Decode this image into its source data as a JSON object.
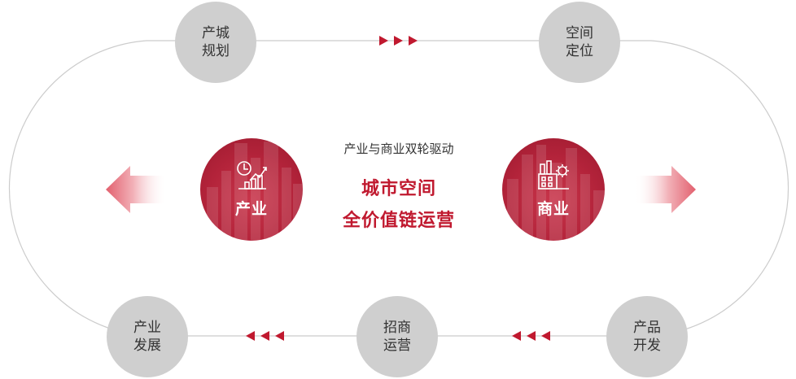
{
  "outer_nodes": {
    "planning": "产城\n规划",
    "positioning": "空间\n定位",
    "industry_dev": "产业\n发展",
    "investment": "招商\n运营",
    "product_dev": "产品\n开发"
  },
  "hubs": {
    "left_label": "产业",
    "right_label": "商业"
  },
  "center": {
    "subtitle": "产业与商业双轮驱动",
    "title_line1": "城市空间",
    "title_line2": "全价值链运营"
  },
  "colors": {
    "accent_red": "#c0192f",
    "node_gray": "#cfcfcf",
    "track_gray": "#cccccc"
  },
  "icons": {
    "left_hub": "industry-chart-icon",
    "right_hub": "factory-gear-icon"
  }
}
